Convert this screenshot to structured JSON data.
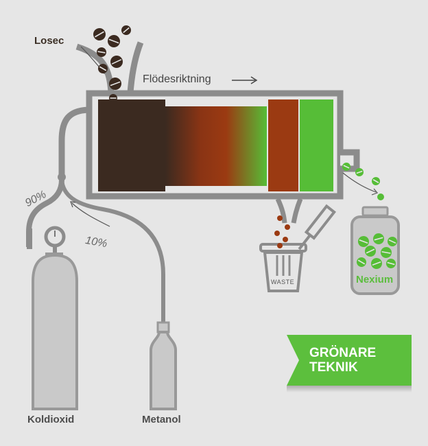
{
  "labels": {
    "losec": "Losec",
    "flow_direction": "Flödesriktning",
    "percent_90": "90%",
    "percent_10": "10%",
    "waste": "WASTE",
    "nexium": "Nexium",
    "koldioxid": "Koldioxid",
    "metanol": "Metanol"
  },
  "banner": {
    "line1": "GRÖNARE",
    "line2": "TEKNIK"
  },
  "colors": {
    "background": "#e6e6e6",
    "pipe": "#8c8c8c",
    "dark_brown": "#3b2a20",
    "rust": "#9b3a12",
    "green": "#56bd37",
    "banner_green": "#5cbf3d"
  },
  "icons": [
    "pressure-gauge-icon",
    "spatula-icon",
    "trash-bin-icon",
    "pill-icon"
  ]
}
